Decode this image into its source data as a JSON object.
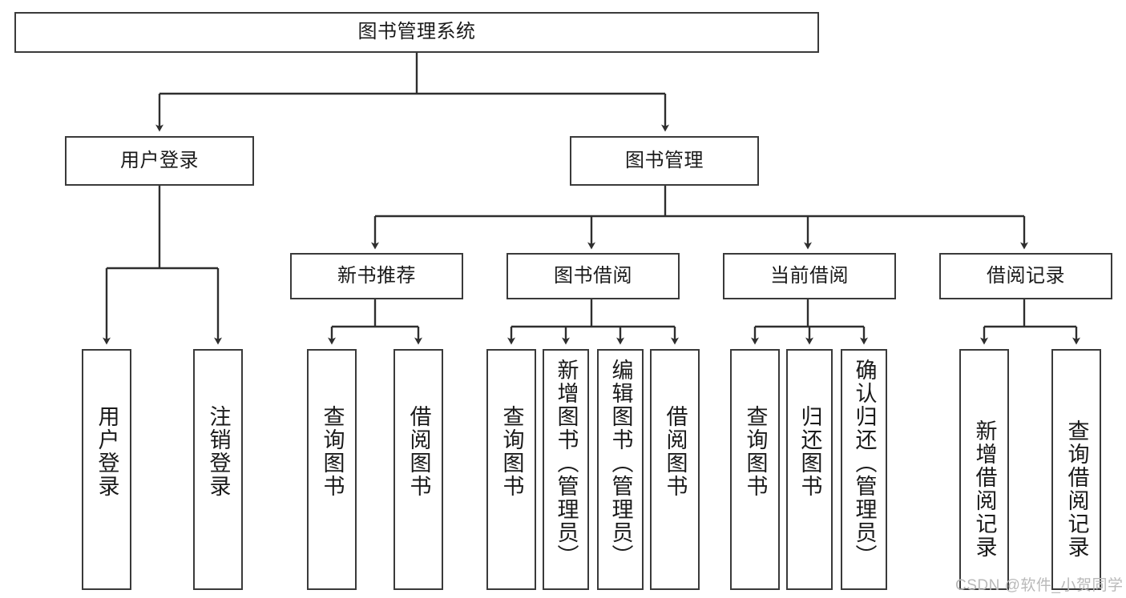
{
  "diagram": {
    "title": "图书管理系统",
    "type": "tree-hierarchy",
    "orientation": "top-down",
    "colors": {
      "box_border": "#3a3a3a",
      "box_fill": "#ffffff",
      "edge": "#2e2e2e",
      "text": "#1a1a1a",
      "watermark": "#b9b9b9",
      "background": "#ffffff"
    }
  },
  "nodes": {
    "root": {
      "label": "图书管理系统",
      "level": 0
    },
    "level1": [
      {
        "id": "user-login",
        "label": "用户登录"
      },
      {
        "id": "book-management",
        "label": "图书管理"
      }
    ],
    "level2": [
      {
        "id": "new-book-recommend",
        "label": "新书推荐",
        "parent": "book-management"
      },
      {
        "id": "book-borrow",
        "label": "图书借阅",
        "parent": "book-management"
      },
      {
        "id": "current-borrow",
        "label": "当前借阅",
        "parent": "book-management"
      },
      {
        "id": "borrow-record",
        "label": "借阅记录",
        "parent": "book-management"
      }
    ],
    "leaves": {
      "user-login": [
        {
          "id": "leaf-user-login",
          "label": "用户登录"
        },
        {
          "id": "leaf-user-logout",
          "label": "注销登录"
        }
      ],
      "new-book-recommend": [
        {
          "id": "leaf-query-book-1",
          "label": "查询图书"
        },
        {
          "id": "leaf-borrow-book-1",
          "label": "借阅图书"
        }
      ],
      "book-borrow": [
        {
          "id": "leaf-query-book-2",
          "label": "查询图书"
        },
        {
          "id": "leaf-add-book",
          "label": "新增图书（管理员）"
        },
        {
          "id": "leaf-edit-book",
          "label": "编辑图书（管理员）"
        },
        {
          "id": "leaf-borrow-book-2",
          "label": "借阅图书"
        }
      ],
      "current-borrow": [
        {
          "id": "leaf-query-book-3",
          "label": "查询图书"
        },
        {
          "id": "leaf-return-book",
          "label": "归还图书"
        },
        {
          "id": "leaf-confirm-return",
          "label": "确认归还（管理员）"
        }
      ],
      "borrow-record": [
        {
          "id": "leaf-add-record",
          "label": "新增借阅记录"
        },
        {
          "id": "leaf-query-record",
          "label": "查询借阅记录"
        }
      ]
    }
  },
  "watermark": {
    "text": "CSDN @软件_小贺同学"
  }
}
